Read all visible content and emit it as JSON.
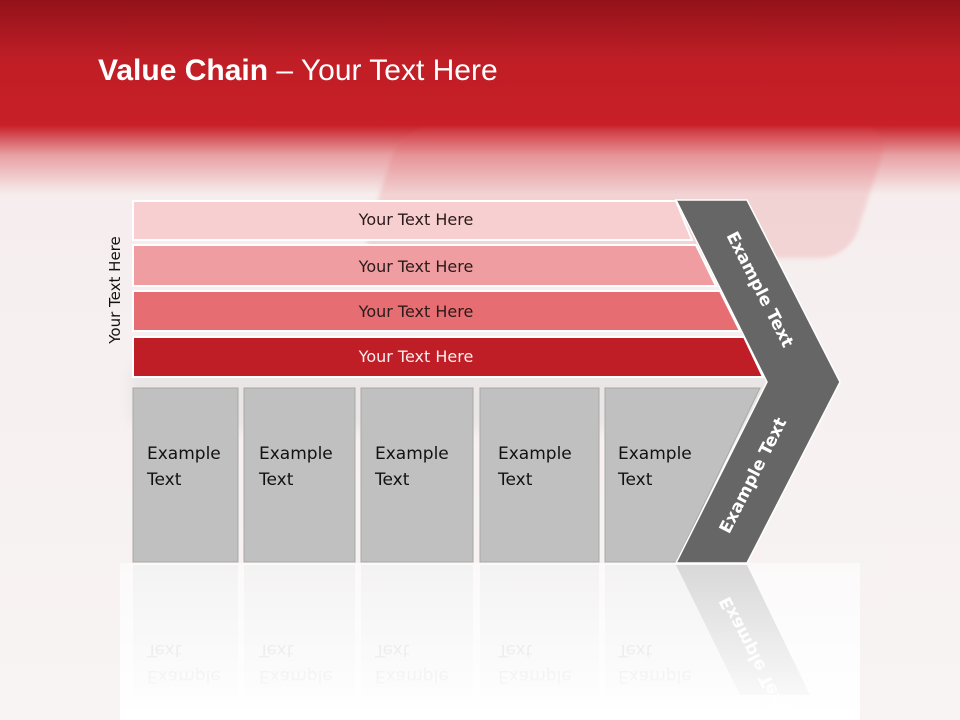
{
  "slide": {
    "title_bold": "Value Chain",
    "title_rest": " – Your Text Here",
    "side_label": "Your Text Here"
  },
  "rows": [
    {
      "label": "Your Text Here",
      "color": "#f7cfd0"
    },
    {
      "label": "Your Text Here",
      "color": "#ef9da0"
    },
    {
      "label": "Your Text Here",
      "color": "#e66d71"
    },
    {
      "label": "Your Text Here",
      "color": "#c01e26"
    }
  ],
  "boxes": [
    {
      "line1": "Example",
      "line2": "Text"
    },
    {
      "line1": "Example",
      "line2": "Text"
    },
    {
      "line1": "Example",
      "line2": "Text"
    },
    {
      "line1": "Example",
      "line2": "Text"
    },
    {
      "line1": "Example",
      "line2": "Text"
    }
  ],
  "chevron": {
    "top_label": "Example Text",
    "bottom_label": "Example Text",
    "color": "#666666"
  },
  "colors": {
    "header_red": "#c01e26",
    "box_gray": "#c0c0c0"
  }
}
